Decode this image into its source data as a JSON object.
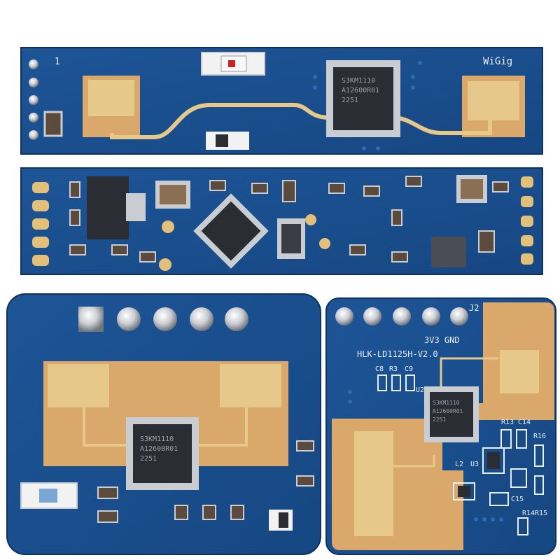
{
  "boards": {
    "top": {
      "pin_marker": "1",
      "brand": "WiGig",
      "chip": {
        "line1": "S3KM1110",
        "line2": "A12600R01",
        "line3": "2251"
      }
    },
    "bottom_left": {
      "chip": {
        "line1": "S3KM1110",
        "line2": "A12600R01",
        "line3": "2251"
      }
    },
    "bottom_right": {
      "header": "J2",
      "pins": "3V3   GND",
      "model": "HLK-LD1125H-V2.0",
      "chip": {
        "line1": "S3KM1110",
        "line2": "A12600R01",
        "line3": "2251"
      },
      "labels": {
        "c8": "C8",
        "r3": "R3",
        "c9": "C9",
        "u2": "U2",
        "r13": "R13",
        "c14": "C14",
        "r16": "R16",
        "l2": "L2",
        "u3": "U3",
        "c15": "C15",
        "r14": "R14",
        "r15": "R15"
      }
    }
  },
  "colors": {
    "pcb": "#1a4f8f",
    "pcb_dark": "#123d72",
    "copper": "#d9a86a",
    "gold": "#e6c88a",
    "solder": "#c9ccd1",
    "chip": "#2a2d33"
  }
}
